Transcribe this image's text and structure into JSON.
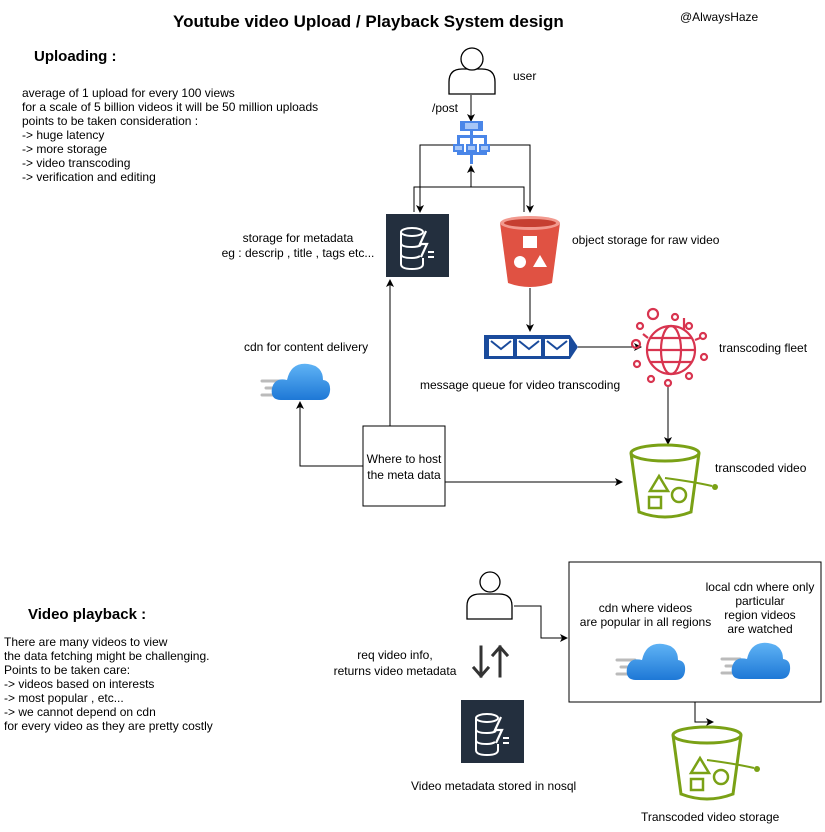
{
  "title": "Youtube video Upload / Playback System design",
  "author": "@AlwaysHaze",
  "uploading": {
    "heading": "Uploading :",
    "notes": [
      "average of 1 upload for every 100 views",
      "for a scale of 5 billion videos it will be 50 million uploads",
      "points to be taken consideration :",
      "-> huge latency",
      "-> more storage",
      "-> video transcoding",
      "-> verification and editing"
    ],
    "user_label": "user",
    "post_label": "/post",
    "metadata_storage_label": [
      "storage for metadata",
      "eg : descrip , title , tags etc..."
    ],
    "object_storage_label": "object storage for raw video",
    "cdn_label": "cdn for content delivery",
    "queue_label": "message queue for video transcoding",
    "transcoding_label": "transcoding fleet",
    "host_box_label": [
      "Where to host",
      "the meta data"
    ],
    "transcoded_label": "transcoded video"
  },
  "playback": {
    "heading": "Video playback :",
    "notes": [
      "There are many videos to view",
      "the data fetching might be challenging.",
      "Points to be taken care:",
      "-> videos based on interests",
      "-> most popular , etc...",
      "-> we cannot depend on cdn",
      "for every video as they are pretty costly"
    ],
    "req_label": [
      "req video info,",
      "returns video metadata"
    ],
    "metadata_label": "Video metadata stored in nosql",
    "cdn_popular_label": [
      "cdn where videos",
      "are popular in all regions"
    ],
    "cdn_local_label": [
      "local cdn where only",
      "particular",
      "region videos",
      "are watched"
    ],
    "storage_label": "Transcoded video storage"
  },
  "colors": {
    "dynamodb_bg": "#232f3e",
    "s3_red": "#e05243",
    "queue_blue": "#1a4b9c",
    "transcode_red": "#d8344f",
    "bucket_green": "#7aa116",
    "cdn_blue": "#2f8de4",
    "lb_blue": "#4a86e8"
  }
}
